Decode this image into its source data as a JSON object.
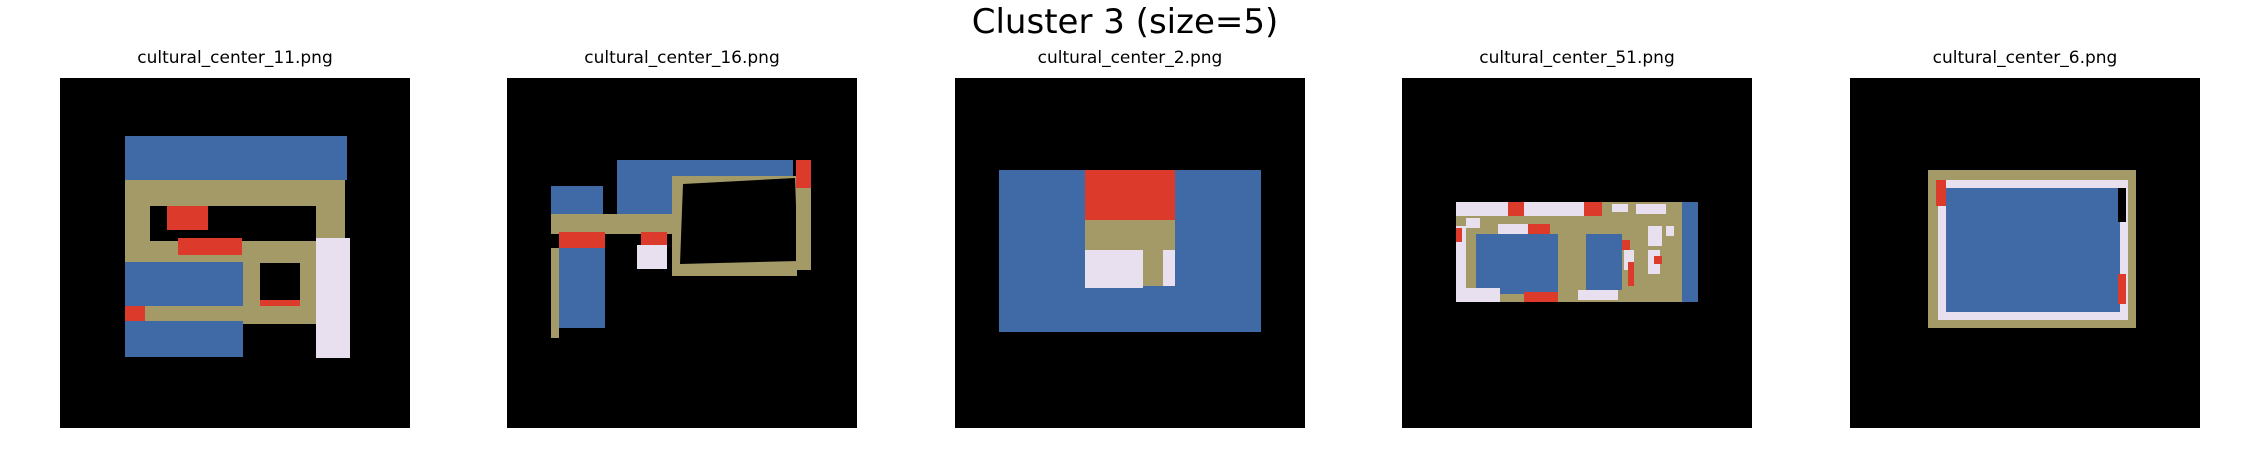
{
  "figure": {
    "title": "Cluster 3 (size=5)"
  },
  "colors": {
    "background": "#000000",
    "blue": "#3f6aa5",
    "olive": "#a39a67",
    "red": "#dc3b2b",
    "lavender": "#e8e0ee",
    "black": "#000000"
  },
  "panels": [
    {
      "filename": "cultural_center_11.png"
    },
    {
      "filename": "cultural_center_16.png"
    },
    {
      "filename": "cultural_center_2.png"
    },
    {
      "filename": "cultural_center_51.png"
    },
    {
      "filename": "cultural_center_6.png"
    }
  ]
}
